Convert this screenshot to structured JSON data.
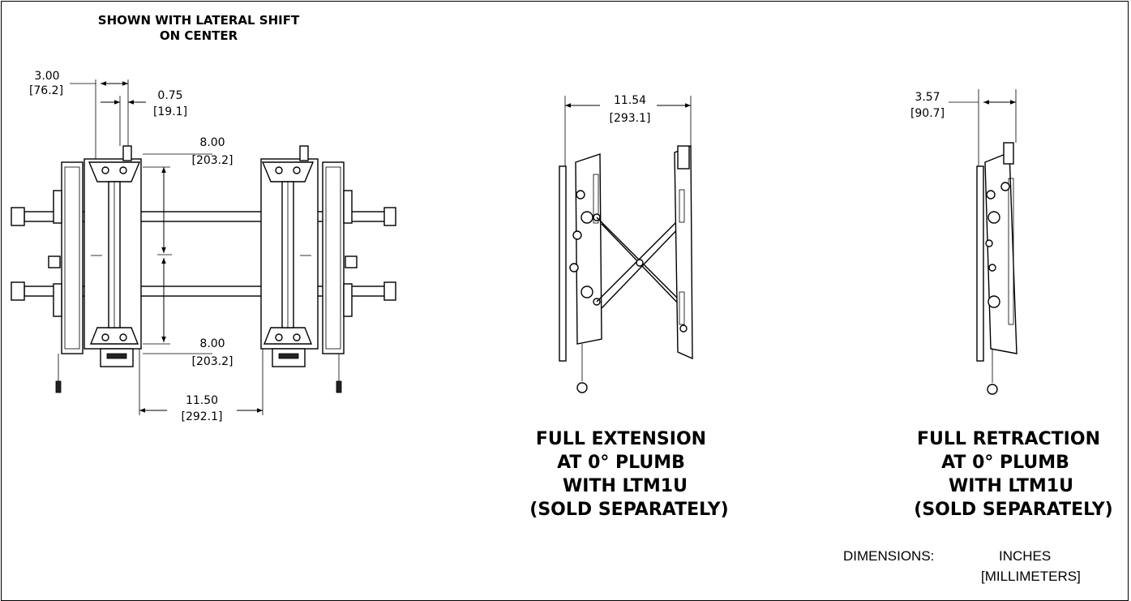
{
  "front_view": {
    "title_line1": "SHOWN WITH LATERAL SHIFT",
    "title_line2": "ON CENTER",
    "dims": {
      "d1_in": "3.00",
      "d1_mm": "[76.2]",
      "d2_in": "0.75",
      "d2_mm": "[19.1]",
      "d3_in": "8.00",
      "d3_mm": "[203.2]",
      "d4_in": "8.00",
      "d4_mm": "[203.2]",
      "d5_in": "11.50",
      "d5_mm": "[292.1]"
    }
  },
  "side_extension": {
    "dim_in": "11.54",
    "dim_mm": "[293.1]",
    "caption": [
      "FULL EXTENSION",
      "AT 0° PLUMB",
      "WITH LTM1U",
      "(SOLD SEPARATELY)"
    ]
  },
  "side_retraction": {
    "dim_in": "3.57",
    "dim_mm": "[90.7]",
    "caption": [
      "FULL RETRACTION",
      "AT 0° PLUMB",
      "WITH LTM1U",
      "(SOLD SEPARATELY)"
    ]
  },
  "units": {
    "label": "DIMENSIONS:",
    "primary": "INCHES",
    "secondary": "[MILLIMETERS]"
  }
}
